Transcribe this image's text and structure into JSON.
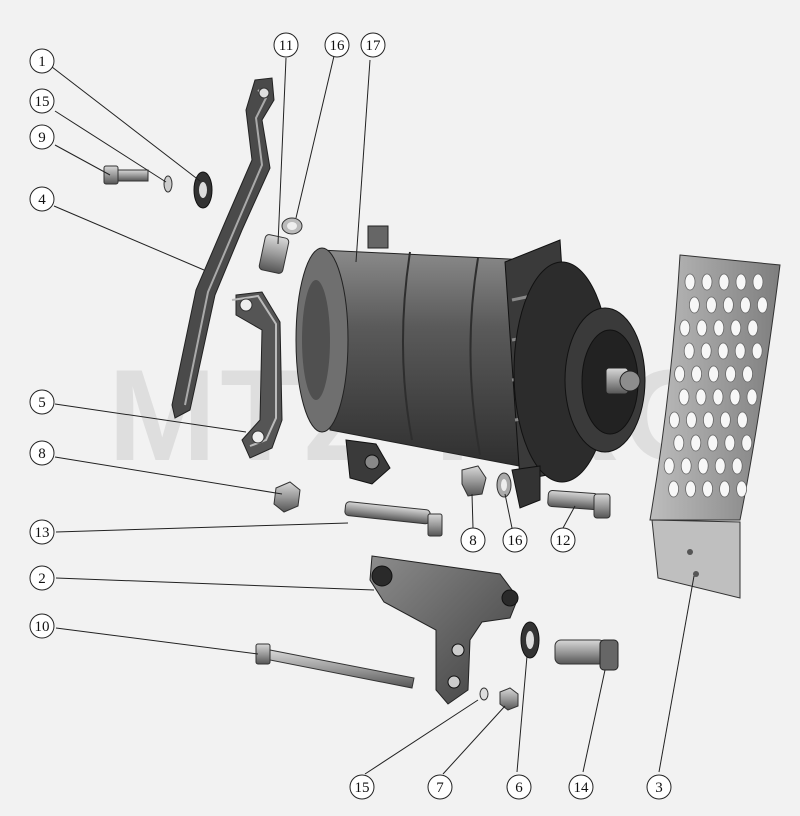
{
  "watermark": "MTZ-PRO",
  "callouts": [
    {
      "id": "c1",
      "label": "1"
    },
    {
      "id": "c15a",
      "label": "15"
    },
    {
      "id": "c9",
      "label": "9"
    },
    {
      "id": "c4",
      "label": "4"
    },
    {
      "id": "c5",
      "label": "5"
    },
    {
      "id": "c8a",
      "label": "8"
    },
    {
      "id": "c13",
      "label": "13"
    },
    {
      "id": "c2",
      "label": "2"
    },
    {
      "id": "c10",
      "label": "10"
    },
    {
      "id": "c11",
      "label": "11"
    },
    {
      "id": "c16a",
      "label": "16"
    },
    {
      "id": "c17",
      "label": "17"
    },
    {
      "id": "c8b",
      "label": "8"
    },
    {
      "id": "c16b",
      "label": "16"
    },
    {
      "id": "c12",
      "label": "12"
    },
    {
      "id": "c15b",
      "label": "15"
    },
    {
      "id": "c7",
      "label": "7"
    },
    {
      "id": "c6",
      "label": "6"
    },
    {
      "id": "c14",
      "label": "14"
    },
    {
      "id": "c3",
      "label": "3"
    }
  ]
}
